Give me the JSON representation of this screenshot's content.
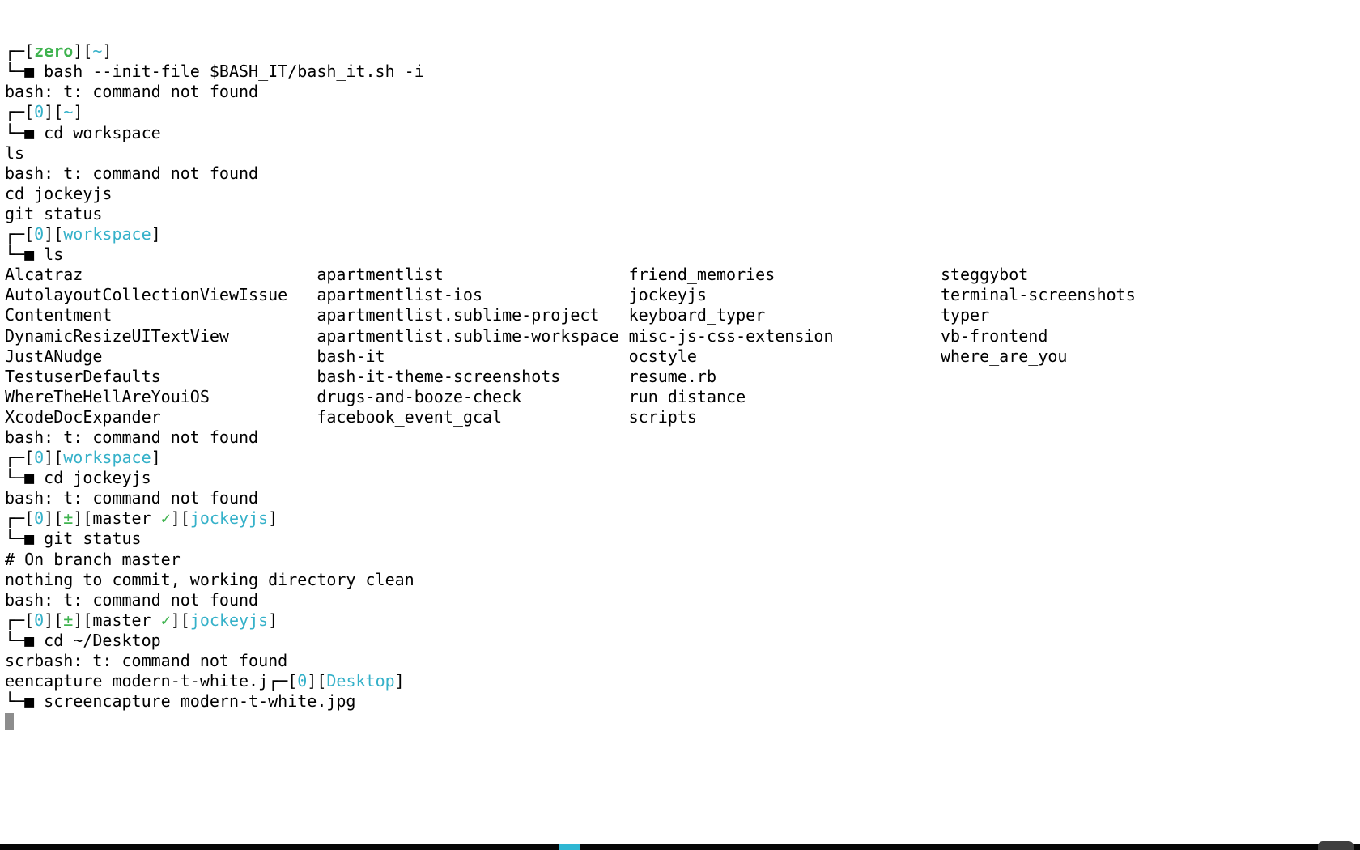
{
  "terminal": {
    "colors": {
      "background": "#ffffff",
      "foreground": "#000000",
      "green": "#3fb34f",
      "cyan": "#35b1c9",
      "cursor": "#8d8d8d"
    },
    "column_pad": 32,
    "lines": [
      {
        "seg": [
          {
            "t": "┌─["
          },
          {
            "t": "zero",
            "c": "gb"
          },
          {
            "t": "]["
          },
          {
            "t": "~",
            "c": "c"
          },
          {
            "t": "]"
          }
        ]
      },
      {
        "seg": [
          {
            "t": "└─■ bash --init-file $BASH_IT/bash_it.sh -i"
          }
        ]
      },
      {
        "seg": [
          {
            "t": "bash: t: command not found"
          }
        ]
      },
      {
        "seg": [
          {
            "t": "┌─["
          },
          {
            "t": "0",
            "c": "c"
          },
          {
            "t": "]["
          },
          {
            "t": "~",
            "c": "c"
          },
          {
            "t": "]"
          }
        ]
      },
      {
        "seg": [
          {
            "t": "└─■ cd workspace"
          }
        ]
      },
      {
        "seg": [
          {
            "t": "ls"
          }
        ]
      },
      {
        "seg": [
          {
            "t": "bash: t: command not found"
          }
        ]
      },
      {
        "seg": [
          {
            "t": "cd jockeyjs"
          }
        ]
      },
      {
        "seg": [
          {
            "t": "git status"
          }
        ]
      },
      {
        "seg": [
          {
            "t": "┌─["
          },
          {
            "t": "0",
            "c": "c"
          },
          {
            "t": "]["
          },
          {
            "t": "workspace",
            "c": "c"
          },
          {
            "t": "]"
          }
        ]
      },
      {
        "seg": [
          {
            "t": "└─■ ls"
          }
        ]
      },
      {
        "cols": [
          "Alcatraz",
          "apartmentlist",
          "friend_memories",
          "steggybot"
        ]
      },
      {
        "cols": [
          "AutolayoutCollectionViewIssue",
          "apartmentlist-ios",
          "jockeyjs",
          "terminal-screenshots"
        ]
      },
      {
        "cols": [
          "Contentment",
          "apartmentlist.sublime-project",
          "keyboard_typer",
          "typer"
        ]
      },
      {
        "cols": [
          "DynamicResizeUITextView",
          "apartmentlist.sublime-workspace",
          "misc-js-css-extension",
          "vb-frontend"
        ]
      },
      {
        "cols": [
          "JustANudge",
          "bash-it",
          "ocstyle",
          "where_are_you"
        ]
      },
      {
        "cols": [
          "TestuserDefaults",
          "bash-it-theme-screenshots",
          "resume.rb",
          ""
        ]
      },
      {
        "cols": [
          "WhereTheHellAreYouiOS",
          "drugs-and-booze-check",
          "run_distance",
          ""
        ]
      },
      {
        "cols": [
          "XcodeDocExpander",
          "facebook_event_gcal",
          "scripts",
          ""
        ]
      },
      {
        "seg": [
          {
            "t": "bash: t: command not found"
          }
        ]
      },
      {
        "seg": [
          {
            "t": "┌─["
          },
          {
            "t": "0",
            "c": "c"
          },
          {
            "t": "]["
          },
          {
            "t": "workspace",
            "c": "c"
          },
          {
            "t": "]"
          }
        ]
      },
      {
        "seg": [
          {
            "t": "└─■ cd jockeyjs"
          }
        ]
      },
      {
        "seg": [
          {
            "t": "bash: t: command not found"
          }
        ]
      },
      {
        "seg": [
          {
            "t": "┌─["
          },
          {
            "t": "0",
            "c": "c"
          },
          {
            "t": "]["
          },
          {
            "t": "±",
            "c": "g"
          },
          {
            "t": "][master "
          },
          {
            "t": "✓",
            "c": "g"
          },
          {
            "t": "]["
          },
          {
            "t": "jockeyjs",
            "c": "c"
          },
          {
            "t": "]"
          }
        ]
      },
      {
        "seg": [
          {
            "t": "└─■ git status"
          }
        ]
      },
      {
        "seg": [
          {
            "t": "# On branch master"
          }
        ]
      },
      {
        "seg": [
          {
            "t": "nothing to commit, working directory clean"
          }
        ]
      },
      {
        "seg": [
          {
            "t": "bash: t: command not found"
          }
        ]
      },
      {
        "seg": [
          {
            "t": "┌─["
          },
          {
            "t": "0",
            "c": "c"
          },
          {
            "t": "]["
          },
          {
            "t": "±",
            "c": "g"
          },
          {
            "t": "][master "
          },
          {
            "t": "✓",
            "c": "g"
          },
          {
            "t": "]["
          },
          {
            "t": "jockeyjs",
            "c": "c"
          },
          {
            "t": "]"
          }
        ]
      },
      {
        "seg": [
          {
            "t": "└─■ cd ~/Desktop"
          }
        ]
      },
      {
        "seg": [
          {
            "t": "scrbash: t: command not found"
          }
        ]
      },
      {
        "seg": [
          {
            "t": "eencapture modern-t-white.j"
          },
          {
            "t": "┌─["
          },
          {
            "t": "0",
            "c": "c"
          },
          {
            "t": "]["
          },
          {
            "t": "Desktop",
            "c": "c"
          },
          {
            "t": "]"
          }
        ]
      },
      {
        "seg": [
          {
            "t": "└─■ screencapture modern-t-white.jpg"
          }
        ]
      },
      {
        "cursor": true
      }
    ]
  },
  "dock": {
    "bar_color": "#060606",
    "indicator_color": "#2fb7d3",
    "corner_color": "#3f3f3f"
  }
}
